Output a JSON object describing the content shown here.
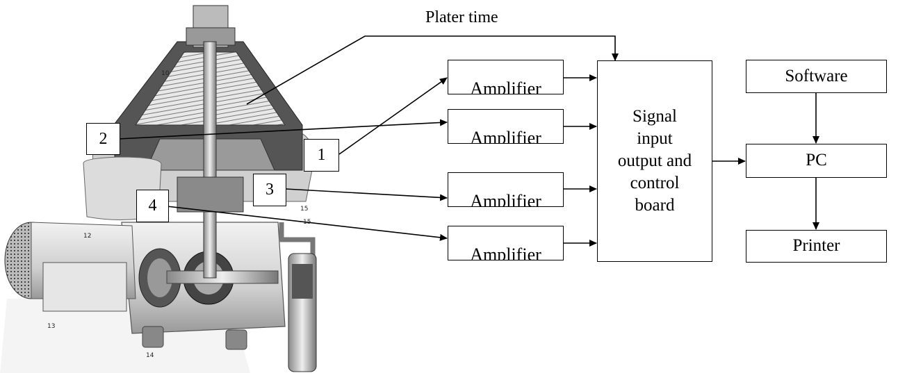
{
  "diagram": {
    "top_label": "Plater time",
    "amplifiers": [
      "Amplifier",
      "Amplifier",
      "Amplifier",
      "Amplifier"
    ],
    "signal_board_lines": [
      "Signal",
      "input",
      "output and",
      "control",
      "board"
    ],
    "software": "Software",
    "pc": "PC",
    "printer": "Printer",
    "sensors": [
      "1",
      "2",
      "3",
      "4"
    ],
    "machine_part_numbers": [
      "10",
      "12",
      "13",
      "14",
      "15",
      "15"
    ]
  }
}
